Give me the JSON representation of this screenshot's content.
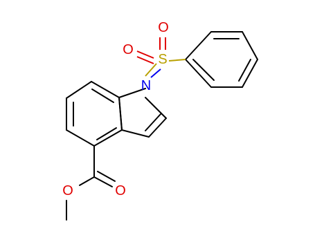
{
  "molecule": {
    "atoms": [
      {
        "id": "S",
        "label": "S",
        "color": "#b8a000"
      },
      {
        "id": "O1",
        "label": "O",
        "color": "#e00000"
      },
      {
        "id": "O2",
        "label": "O",
        "color": "#e00000"
      },
      {
        "id": "N",
        "label": "N",
        "color": "#0000ee"
      },
      {
        "id": "O3",
        "label": "O",
        "color": "#e00000"
      },
      {
        "id": "O4",
        "label": "O",
        "color": "#e00000"
      }
    ]
  }
}
